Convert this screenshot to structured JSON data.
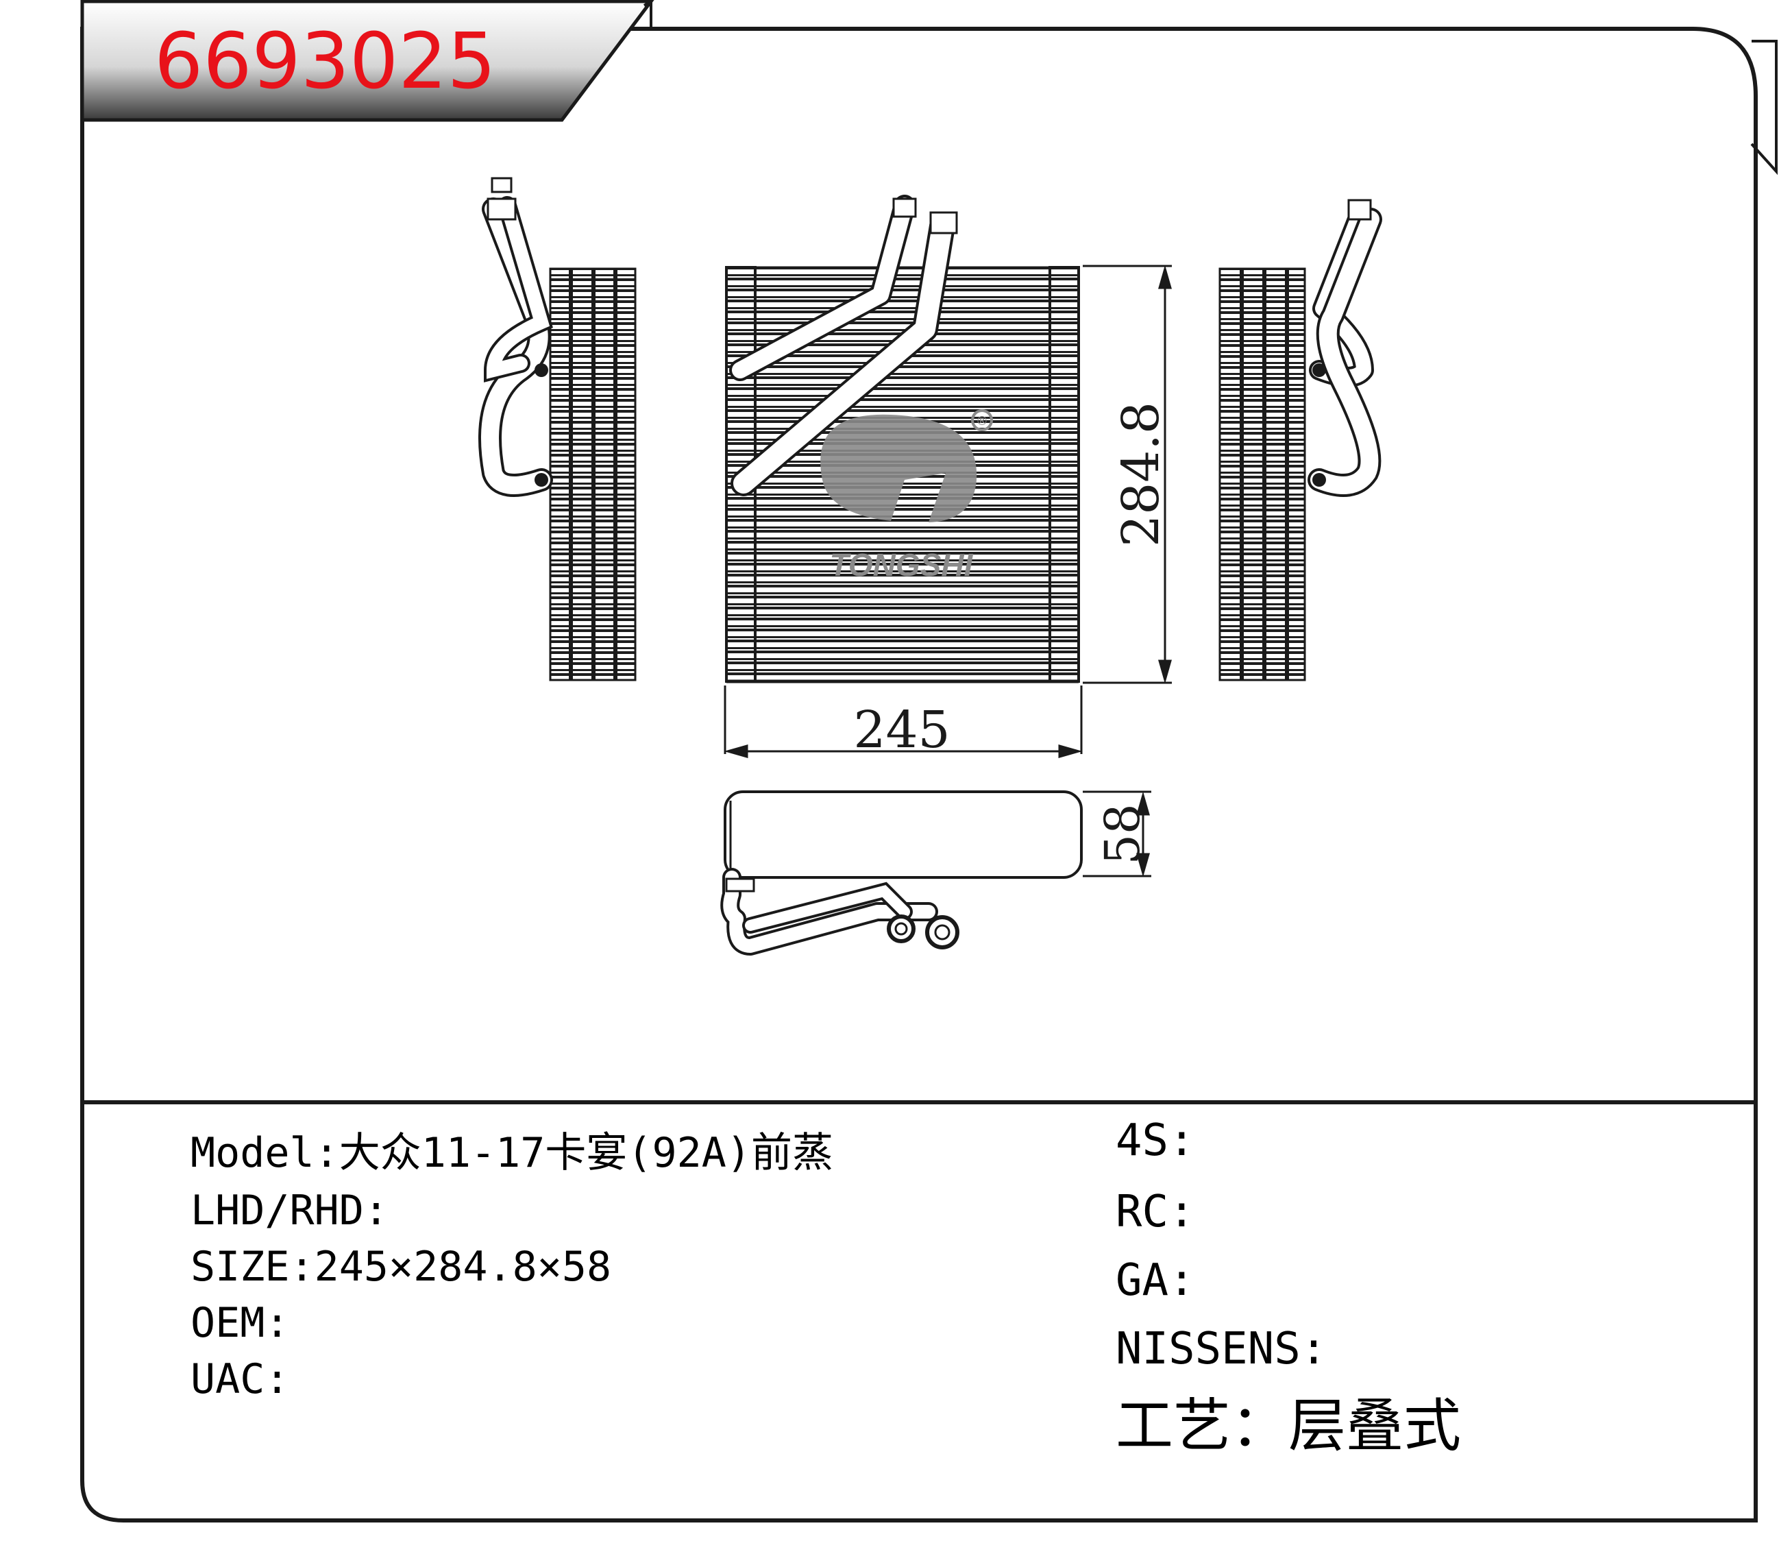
{
  "part_number": "6693025",
  "logo": {
    "text": "TONGSHI",
    "mark": "®"
  },
  "dimensions": {
    "width": "245",
    "height": "284.8",
    "depth": "58"
  },
  "specs": {
    "model": "Model:大众11-17卡宴(92A)前蒸",
    "lhd_rhd": "LHD/RHD:",
    "size": "SIZE:245×284.8×58",
    "oem": "OEM:",
    "uac": "UAC:"
  },
  "references": {
    "4s": "4S:",
    "rc": "RC:",
    "ga": "GA:",
    "nissens": "NISSENS:",
    "process": "工艺：层叠式"
  },
  "colors": {
    "part_number": "#e8121a",
    "frame": "#1a1a1a",
    "logo": "#8a8a8a"
  }
}
